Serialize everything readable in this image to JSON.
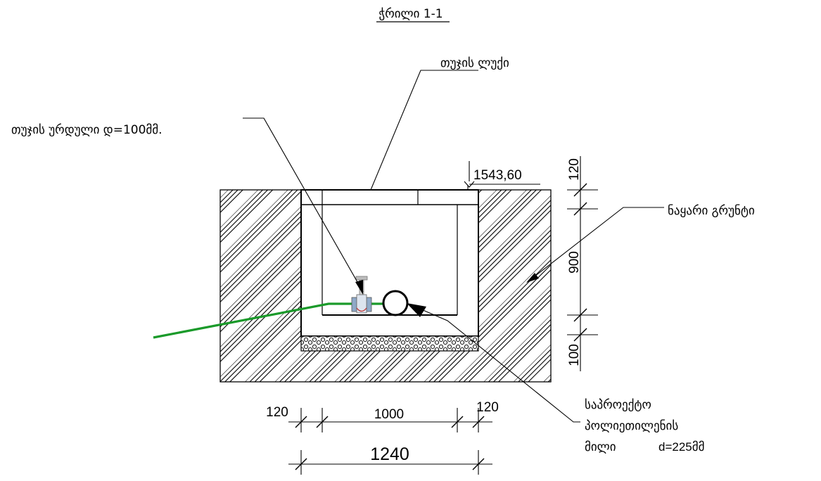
{
  "title": "ჭრილი 1-1",
  "labels": {
    "lid": "თუჯის ლუქი",
    "valve": "თუჯის ურდული დ=100მმ.",
    "soil": "ნაყარი გრუნტი",
    "pipe_line1": "საპროექტო",
    "pipe_line2": "პოლიეთილენის",
    "pipe_line3_a": "მილი",
    "pipe_line3_b": "d=225მმ"
  },
  "elevation": "1543,60",
  "dimensions": {
    "vertical_top": "120",
    "vertical_mid": "900",
    "vertical_bottom": "100",
    "horizontal_left": "120",
    "horizontal_mid": "1000",
    "horizontal_right": "120",
    "horizontal_total": "1240"
  },
  "colors": {
    "pipe": "#1a9a2a",
    "valve_body": "#b8c6d8",
    "line": "#000000"
  }
}
